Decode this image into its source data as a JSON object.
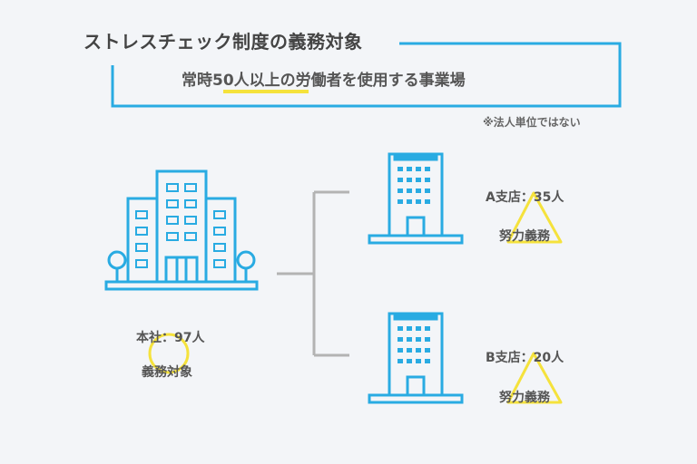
{
  "header": {
    "title": "ストレスチェック制度の義務対象",
    "subtitle": "常時50人以上の労働者を使用する事業場",
    "note": "※法人単位ではない"
  },
  "head_office": {
    "label": "本社：97人",
    "status": "義務対象"
  },
  "branch_a": {
    "label": "A支店：35人",
    "status": "努力義務"
  },
  "branch_b": {
    "label": "B支店：20人",
    "status": "努力義務"
  },
  "colors": {
    "blue": "#29abe2",
    "yellow": "#f5e23c",
    "gray": "#b3b3b3"
  },
  "icons": {
    "head_office": "large-office-building-icon",
    "branch": "office-tower-icon",
    "mark_circle": "circle-mark-icon",
    "mark_triangle": "triangle-mark-icon"
  }
}
